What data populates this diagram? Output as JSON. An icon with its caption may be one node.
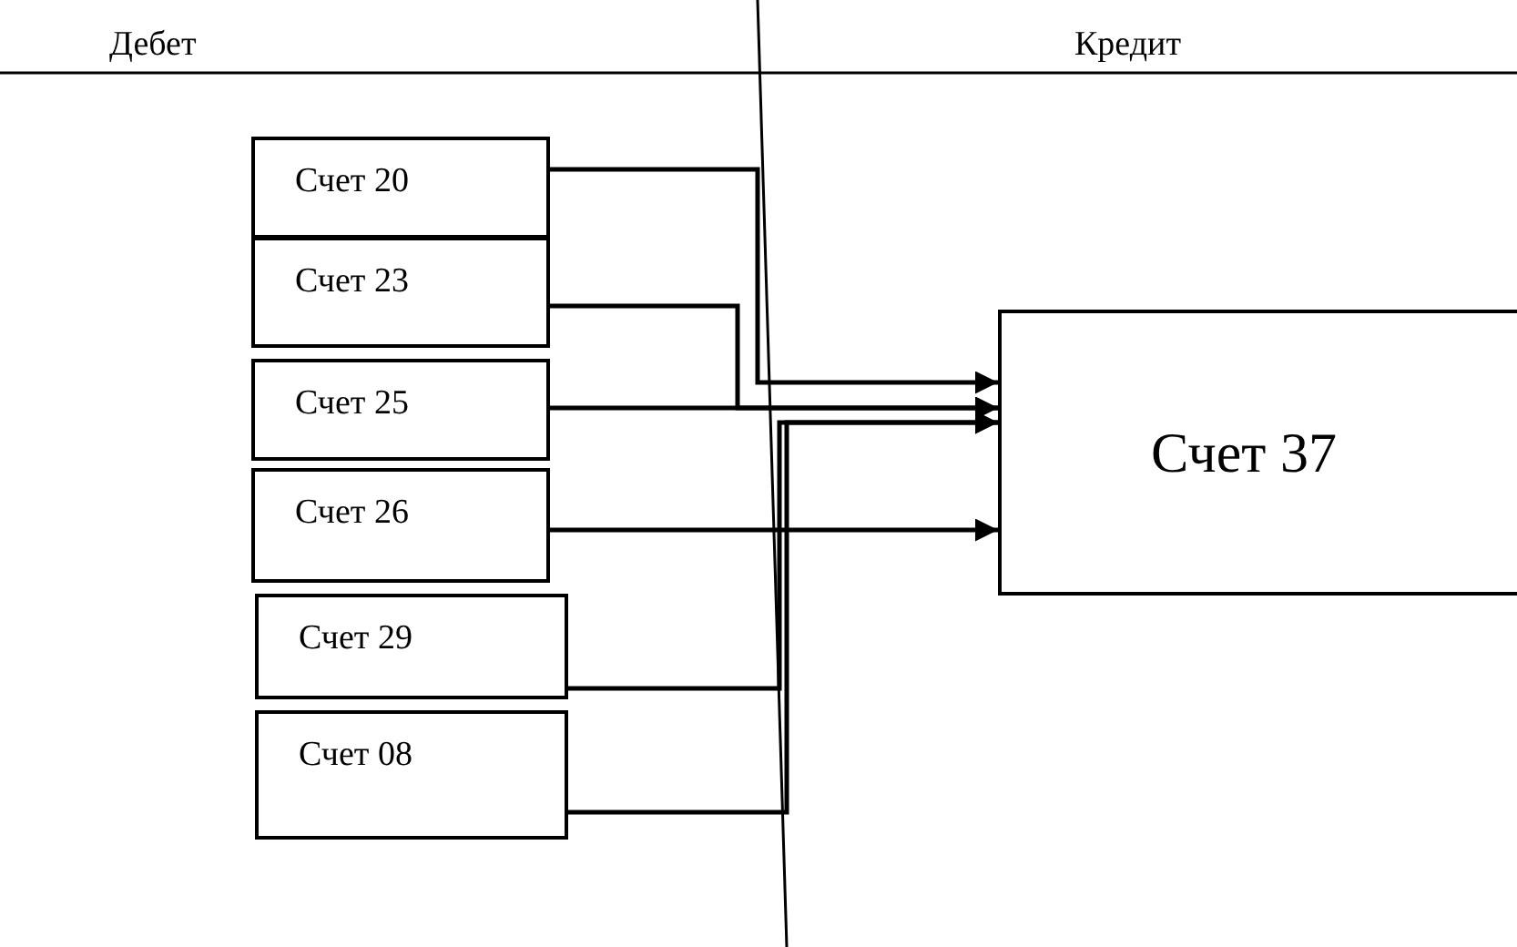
{
  "diagram": {
    "nodes": [
      {
        "text": [
          "Счет 20"
        ]
      },
      {
        "text": [
          "Счет 23"
        ]
      },
      {
        "text": [
          "Счет 25"
        ]
      },
      {
        "text": [
          "Счет 26"
        ]
      },
      {
        "text": [
          "Счет 29"
        ]
      },
      {
        "text": [
          "Счет 08"
        ]
      },
      {
        "text": [
          "Счет 37"
        ]
      }
    ],
    "edges": [
      {
        "from": 0,
        "to": 6,
        "arrow": "to"
      },
      {
        "from": 1,
        "to": 6,
        "arrow": "to"
      },
      {
        "from": 2,
        "to": 6,
        "arrow": "to"
      },
      {
        "from": 3,
        "to": 6,
        "arrow": "to"
      },
      {
        "from": 4,
        "to": 6,
        "arrow": "to"
      },
      {
        "from": 5,
        "to": 6,
        "arrow": "to"
      }
    ],
    "labels": [
      "Дебет",
      "Кредит"
    ]
  }
}
